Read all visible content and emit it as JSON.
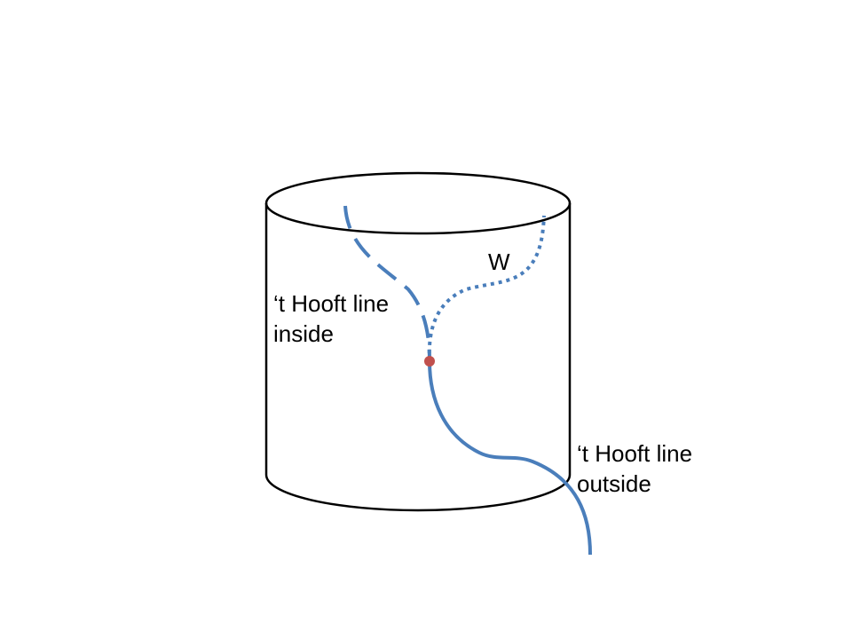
{
  "labels": {
    "inside_line1": "‘t Hooft line",
    "inside_line2": "inside",
    "outside_line1": "‘t Hooft line",
    "outside_line2": "outside",
    "wilson": "W"
  },
  "colors": {
    "cylinder_stroke": "#000000",
    "line_blue": "#4a7ebb",
    "junction_red": "#c0504d",
    "background": "#ffffff"
  }
}
